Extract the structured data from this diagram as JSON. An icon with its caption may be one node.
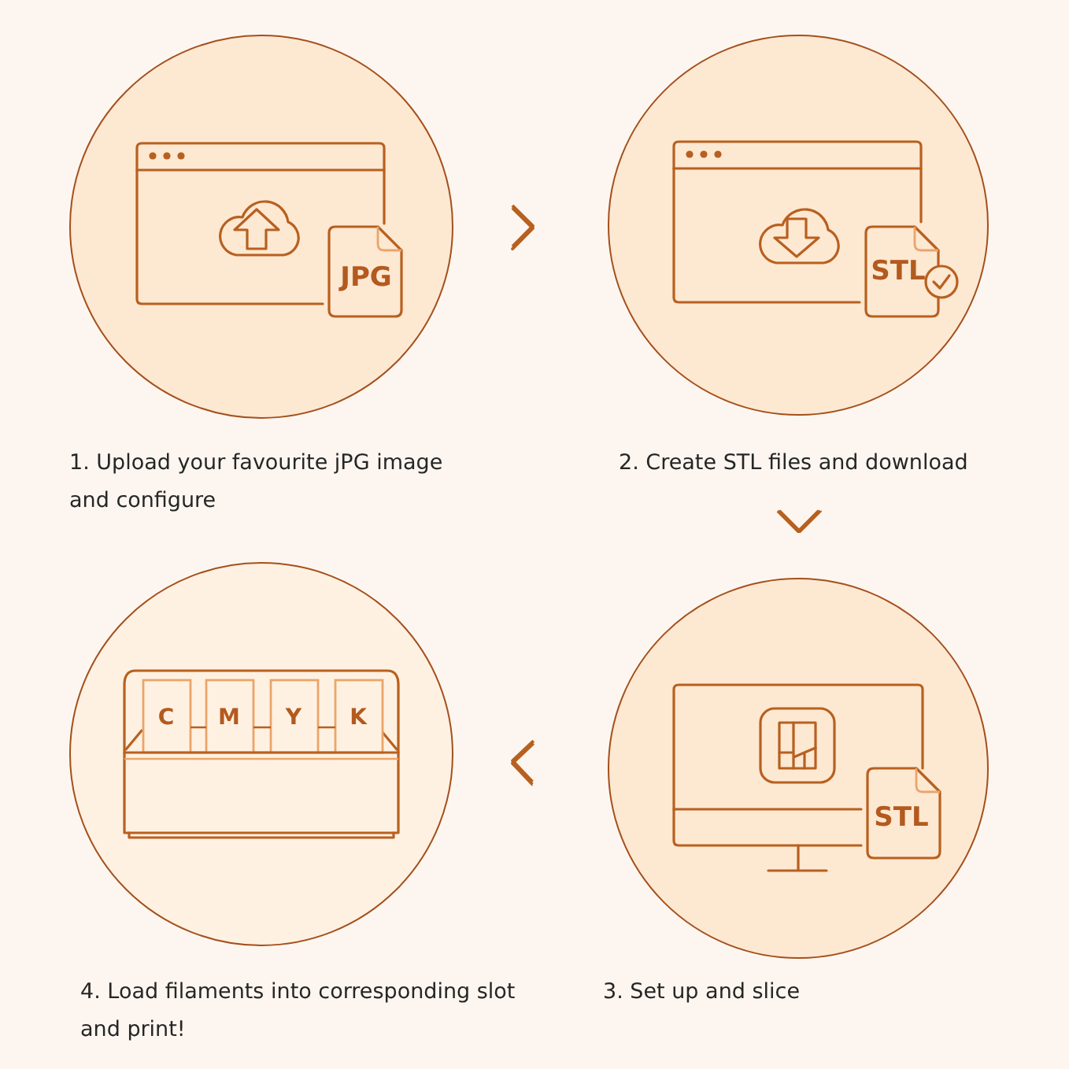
{
  "diagram": {
    "nodes": [
      {
        "text": [
          "JPG"
        ],
        "beside": [
          "1. Upload your favourite jPG image and configure"
        ]
      },
      {
        "text": [
          "STL"
        ],
        "beside": [
          "2. Create STL files and download"
        ]
      },
      {
        "text": [
          "STL"
        ],
        "beside": [
          "3. Set up and slice"
        ]
      },
      {
        "text": [
          "C",
          "M",
          "Y",
          "K"
        ],
        "beside": [
          "4. Load filaments into corresponding slot and print!"
        ]
      }
    ],
    "edges": [
      {
        "from": 0,
        "to": 1,
        "arrow": "to"
      },
      {
        "from": 1,
        "to": 2,
        "arrow": "to"
      },
      {
        "from": 2,
        "to": 3,
        "arrow": "to"
      }
    ]
  }
}
